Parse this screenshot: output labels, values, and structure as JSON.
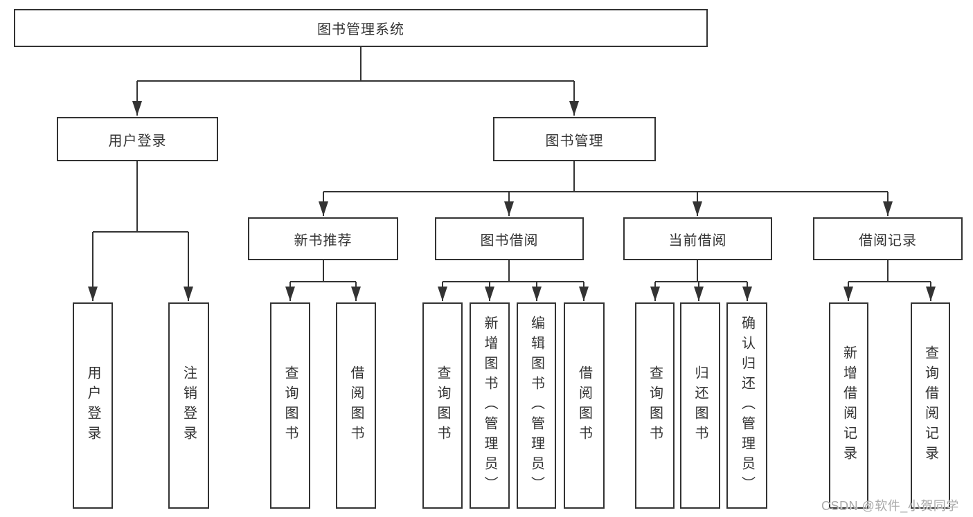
{
  "diagram": {
    "tree": {
      "root": {
        "label": "图书管理系统",
        "children": [
          {
            "label": "用户登录",
            "children": [
              {
                "label": "用户登录"
              },
              {
                "label": "注销登录"
              }
            ]
          },
          {
            "label": "图书管理",
            "children": [
              {
                "label": "新书推荐",
                "children": [
                  {
                    "label": "查询图书"
                  },
                  {
                    "label": "借阅图书"
                  }
                ]
              },
              {
                "label": "图书借阅",
                "children": [
                  {
                    "label": "查询图书"
                  },
                  {
                    "label": "新增图书（管理员）"
                  },
                  {
                    "label": "编辑图书（管理员）"
                  },
                  {
                    "label": "借阅图书"
                  }
                ]
              },
              {
                "label": "当前借阅",
                "children": [
                  {
                    "label": "查询图书"
                  },
                  {
                    "label": "归还图书"
                  },
                  {
                    "label": "确认归还（管理员）"
                  }
                ]
              },
              {
                "label": "借阅记录",
                "children": [
                  {
                    "label": "新增借阅记录"
                  },
                  {
                    "label": "查询借阅记录"
                  }
                ]
              }
            ]
          }
        ]
      }
    },
    "colors": {
      "line": "#333333",
      "node_border": "#333333",
      "node_background": "#ffffff",
      "text": "#333333",
      "watermark": "#a9a9a9"
    },
    "watermark": "CSDN @软件_小贺同学"
  }
}
